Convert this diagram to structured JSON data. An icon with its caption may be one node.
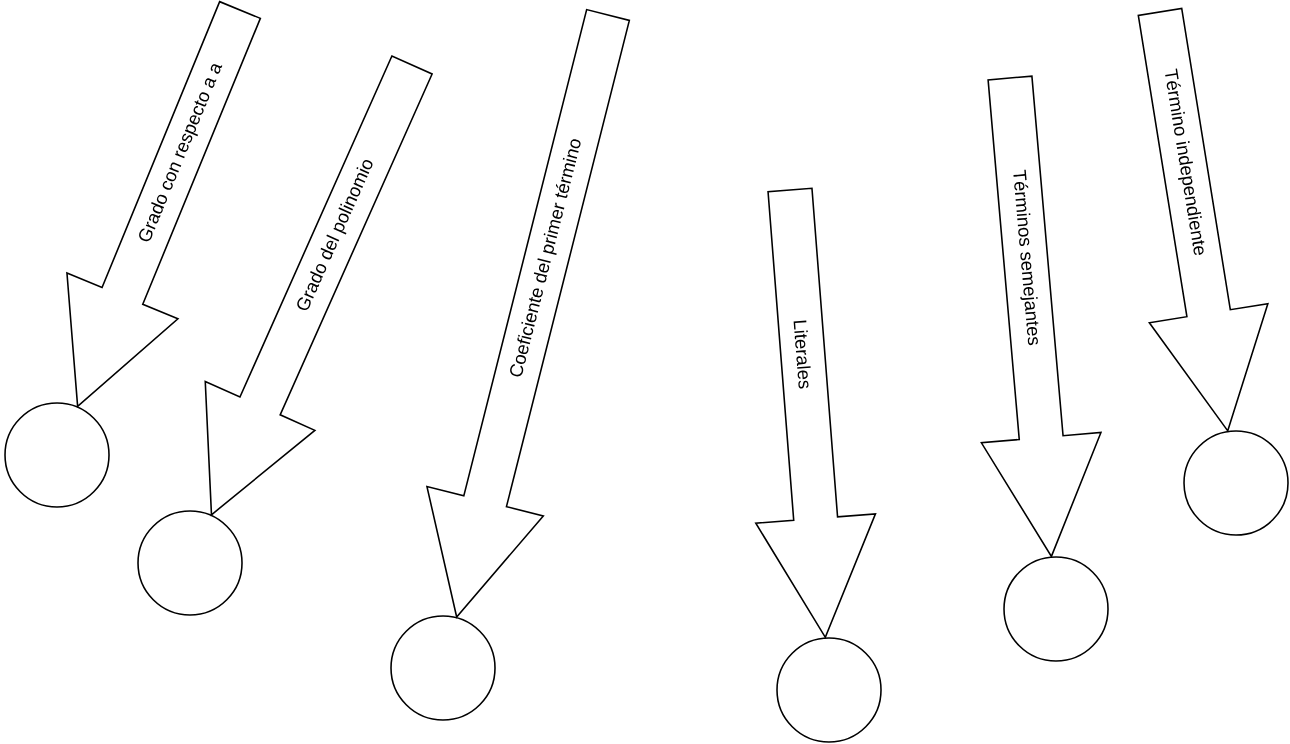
{
  "diagram": {
    "nodes": [
      {
        "text": [],
        "shape": "circle"
      },
      {
        "text": [],
        "shape": "circle"
      },
      {
        "text": [],
        "shape": "circle"
      },
      {
        "text": [],
        "shape": "circle"
      },
      {
        "text": [],
        "shape": "circle"
      },
      {
        "text": [],
        "shape": "circle"
      }
    ],
    "edges": [
      {
        "from": null,
        "to": 0,
        "arrow": "to",
        "label": "Grado con respecto a a"
      },
      {
        "from": null,
        "to": 1,
        "arrow": "to",
        "label": "Grado del polinomio"
      },
      {
        "from": null,
        "to": 2,
        "arrow": "to",
        "label": "Coeficiente del primer término"
      },
      {
        "from": null,
        "to": 3,
        "arrow": "to",
        "label": "Literales"
      },
      {
        "from": null,
        "to": 4,
        "arrow": "to",
        "label": "Términos semejantes"
      },
      {
        "from": null,
        "to": 5,
        "arrow": "to",
        "label": "Término independiente"
      }
    ]
  }
}
